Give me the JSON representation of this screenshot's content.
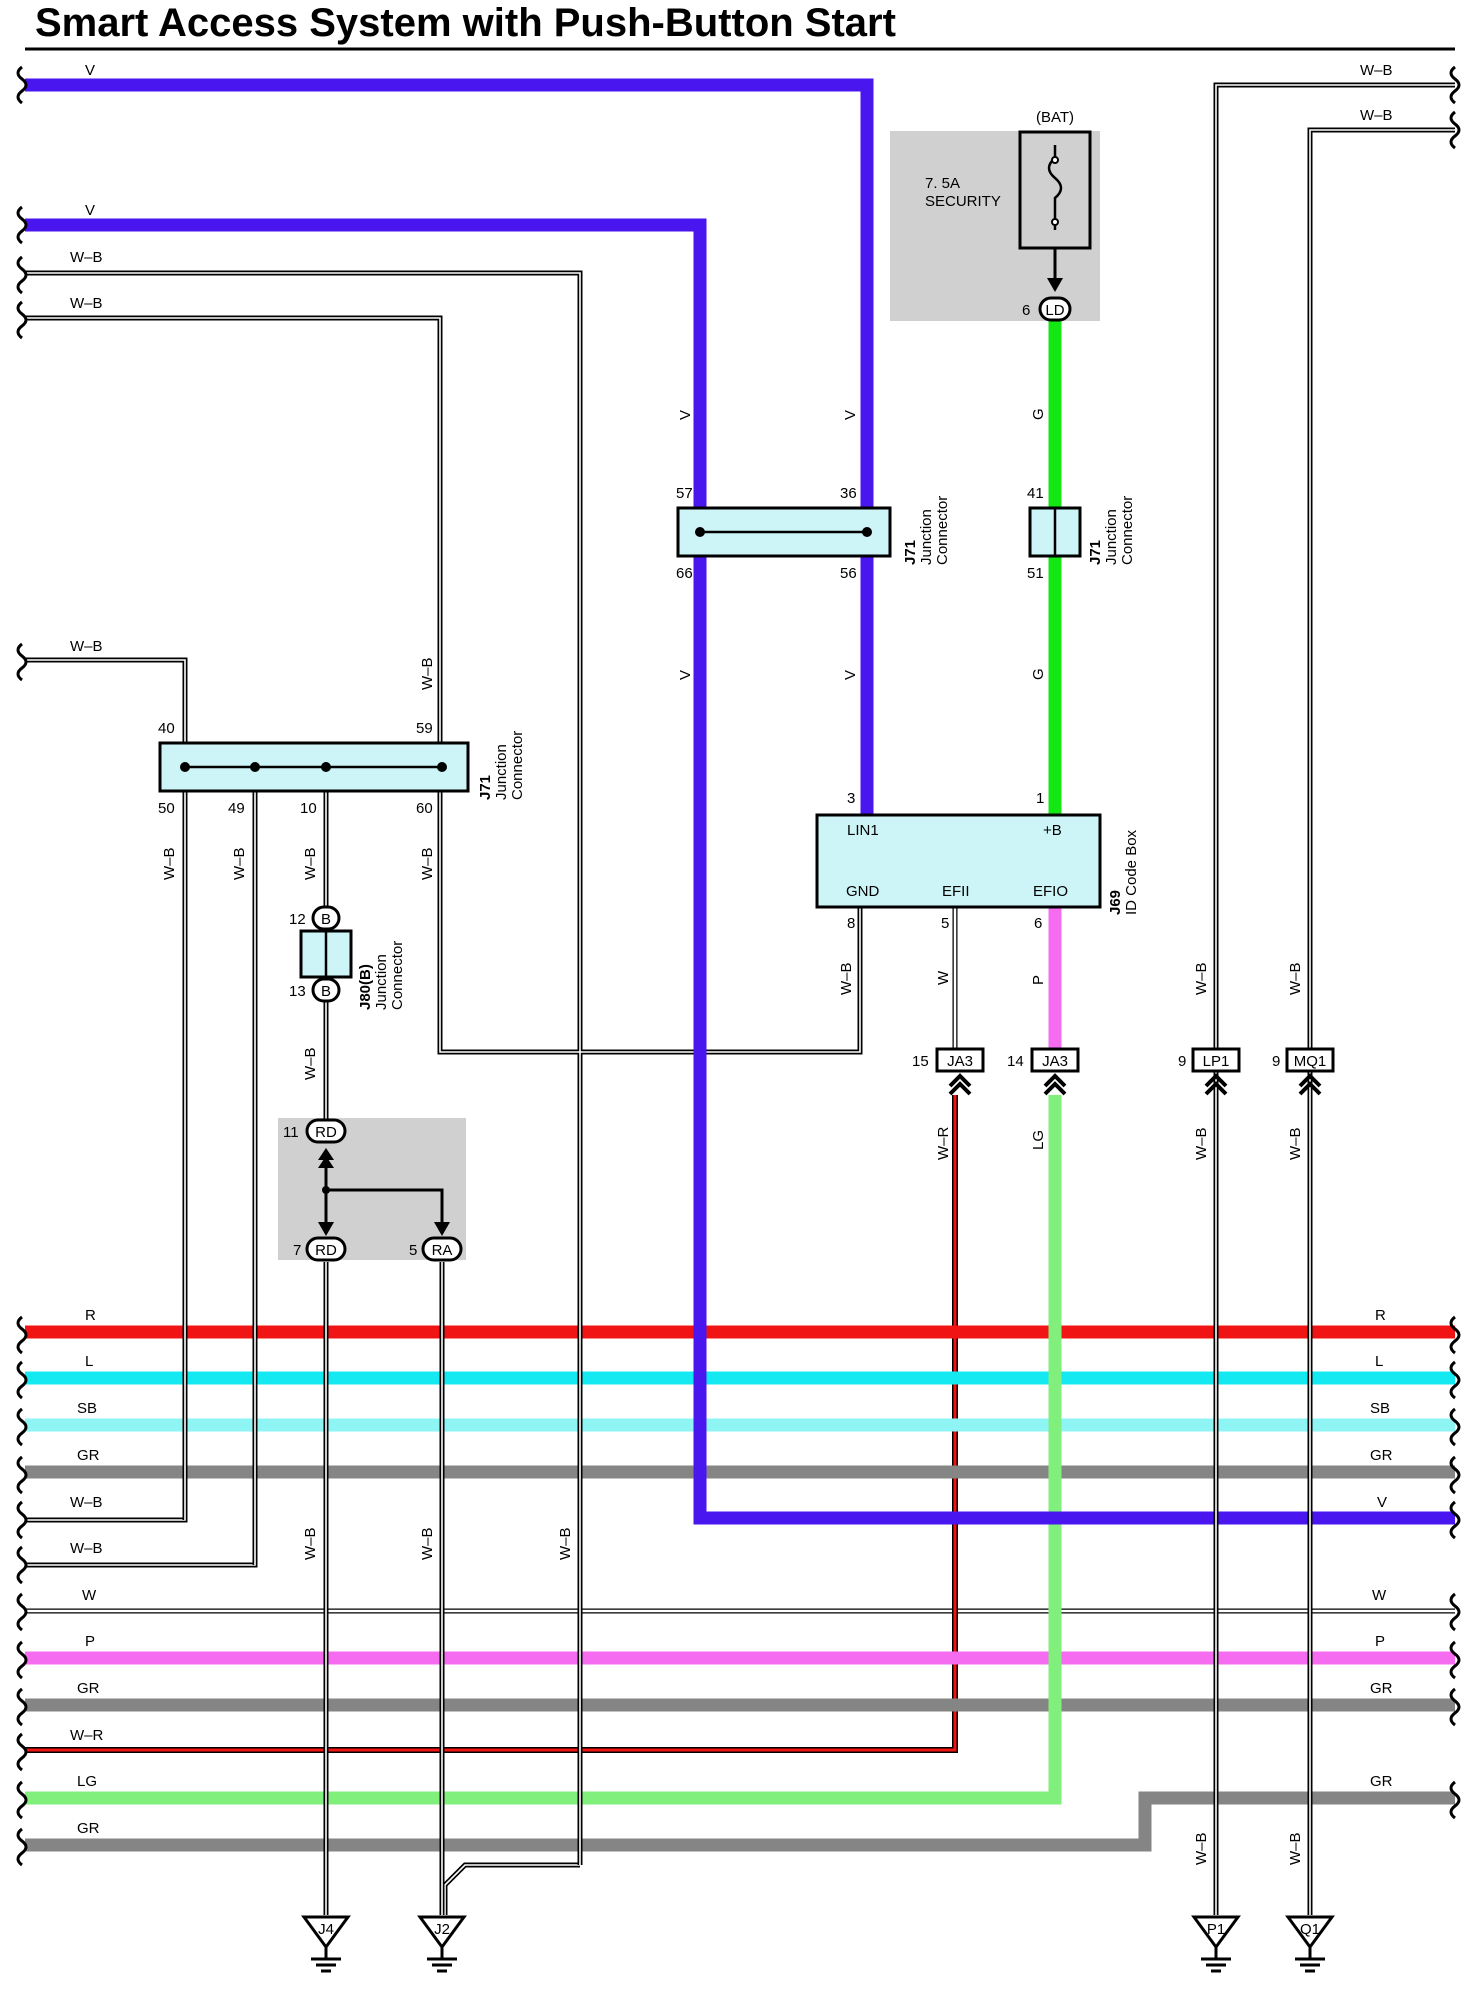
{
  "title": "Smart Access System with Push-Button Start",
  "colors": {
    "V": "#4a16f0",
    "G": "#14e814",
    "LG": "#80ef7c",
    "R": "#f01414",
    "L": "#14e8f0",
    "SB": "#8ef4f4",
    "GR": "#858585",
    "P": "#f56cf0",
    "connector": "#cdf5f7",
    "shade": "#d0d0d0"
  },
  "wires": {
    "v": "V",
    "g": "G",
    "lg": "LG",
    "r": "R",
    "l": "L",
    "sb": "SB",
    "gr": "GR",
    "p": "P",
    "w": "W",
    "wb": "W–B",
    "wr": "W–R"
  },
  "fuse": {
    "source": "(BAT)",
    "rating": "7. 5A",
    "name": "SECURITY"
  },
  "junctions": {
    "j71": "J71",
    "j80": "J80(B)",
    "line1": "Junction",
    "line2": "Connector"
  },
  "ecu": {
    "code": "J69",
    "name": "ID Code Box",
    "lin1": "LIN1",
    "plusb": "+B",
    "gnd": "GND",
    "efii": "EFII",
    "efio": "EFIO"
  },
  "connectors": {
    "ld": "LD",
    "b": "B",
    "rd": "RD",
    "ra": "RA",
    "ja3": "JA3",
    "lp1": "LP1",
    "mq1": "MQ1"
  },
  "grounds": {
    "j4": "J4",
    "j2": "J2",
    "p1": "P1",
    "q1": "Q1"
  },
  "pins": {
    "p36": "36",
    "p57": "57",
    "p66": "66",
    "p56": "56",
    "p41": "41",
    "p51": "51",
    "p40": "40",
    "p59": "59",
    "p50": "50",
    "p49": "49",
    "p10": "10",
    "p60": "60",
    "p12": "12",
    "p13": "13",
    "p11": "11",
    "p7": "7",
    "p5": "5",
    "p3": "3",
    "p1": "1",
    "p8": "8",
    "p5b": "5",
    "p6": "6",
    "p6ld": "6",
    "p15": "15",
    "p14": "14",
    "p9a": "9",
    "p9b": "9"
  }
}
